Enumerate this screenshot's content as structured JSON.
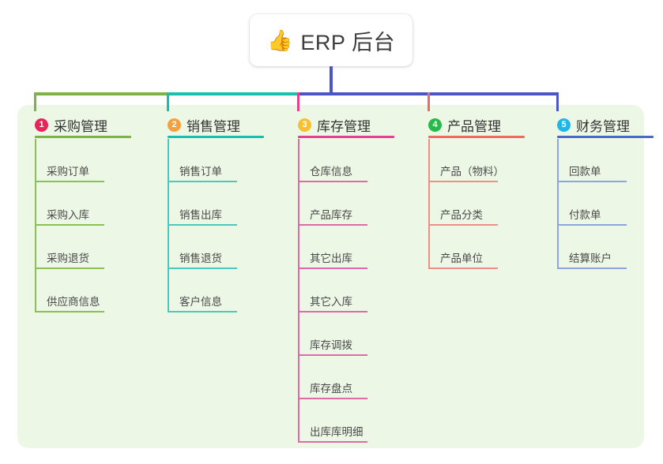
{
  "root": {
    "emoji": "👍",
    "emoji_name": "thumbs-up-emoji",
    "title": "ERP 后台"
  },
  "palette": {
    "canvas": "#ffffff",
    "panel": "#edf7e6",
    "text": "#3c3c3c",
    "trunk_green": "#7cb342",
    "trunk_teal": "#17bfae",
    "trunk_blue": "#4a56c8",
    "drop_pink": "#e8408f",
    "drop_red": "#f2675e"
  },
  "columns": [
    {
      "number": "1",
      "title": "采购管理",
      "badge_color": "#e8245a",
      "rule_color": "#7cb342",
      "line_color": "#8cc152",
      "items": [
        {
          "label": "采购订单"
        },
        {
          "label": "采购入库"
        },
        {
          "label": "采购退货"
        },
        {
          "label": "供应商信息"
        }
      ]
    },
    {
      "number": "2",
      "title": "销售管理",
      "badge_color": "#f5a03c",
      "rule_color": "#17bfae",
      "line_color": "#4ec7bd",
      "items": [
        {
          "label": "销售订单"
        },
        {
          "label": "销售出库"
        },
        {
          "label": "销售退货"
        },
        {
          "label": "客户信息"
        }
      ]
    },
    {
      "number": "3",
      "title": "库存管理",
      "badge_color": "#f7c032",
      "rule_color": "#e8408f",
      "line_color": "#e06aa6",
      "items": [
        {
          "label": "仓库信息"
        },
        {
          "label": "产品库存"
        },
        {
          "label": "其它出库"
        },
        {
          "label": "其它入库"
        },
        {
          "label": "库存调拨"
        },
        {
          "label": "库存盘点"
        },
        {
          "label": "出库库明细"
        }
      ]
    },
    {
      "number": "4",
      "title": "产品管理",
      "badge_color": "#25ba4a",
      "rule_color": "#f2675e",
      "line_color": "#f08d86",
      "items": [
        {
          "label": "产品（物料）"
        },
        {
          "label": "产品分类"
        },
        {
          "label": "产品单位"
        }
      ]
    },
    {
      "number": "5",
      "title": "财务管理",
      "badge_color": "#1fb6e8",
      "rule_color": "#4a69c8",
      "line_color": "#8fa4de",
      "items": [
        {
          "label": "回款单"
        },
        {
          "label": "付款单"
        },
        {
          "label": "结算账户"
        }
      ]
    }
  ]
}
